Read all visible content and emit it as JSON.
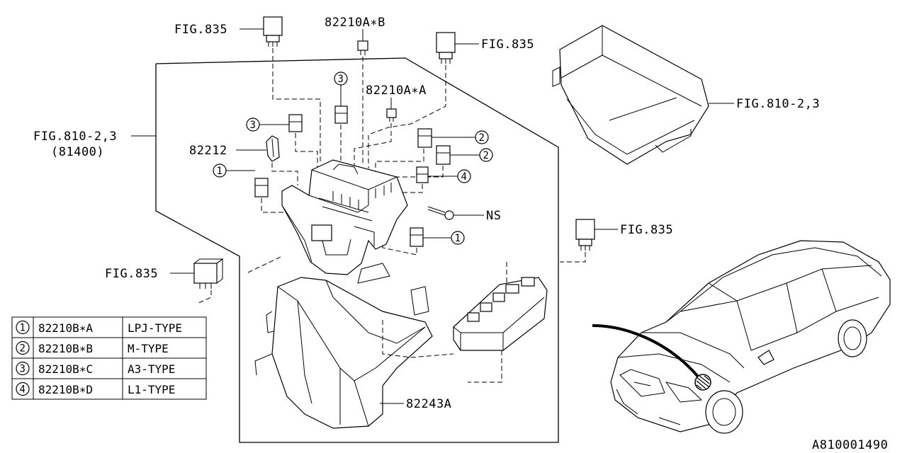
{
  "labels": {
    "fig835_top_left": "FIG.835",
    "part_82210A_B": "82210A∗B",
    "fig835_top_right": "FIG.835",
    "part_82210A_A": "82210A∗A",
    "fig810_cover": "FIG.810-2,3",
    "fig810_box": "FIG.810-2,3",
    "fig810_box_sub": "(81400)",
    "part_82212": "82212",
    "ns": "NS",
    "fig835_right": "FIG.835",
    "fig835_left": "FIG.835",
    "part_82243A": "82243A",
    "diagram_code": "A810001490"
  },
  "callouts": [
    "1",
    "2",
    "3",
    "4"
  ],
  "legend": [
    {
      "num": "1",
      "part": "82210B∗A",
      "type": "LPJ-TYPE"
    },
    {
      "num": "2",
      "part": "82210B∗B",
      "type": "M-TYPE"
    },
    {
      "num": "3",
      "part": "82210B∗C",
      "type": "A3-TYPE"
    },
    {
      "num": "4",
      "part": "82210B∗D",
      "type": "L1-TYPE"
    }
  ]
}
